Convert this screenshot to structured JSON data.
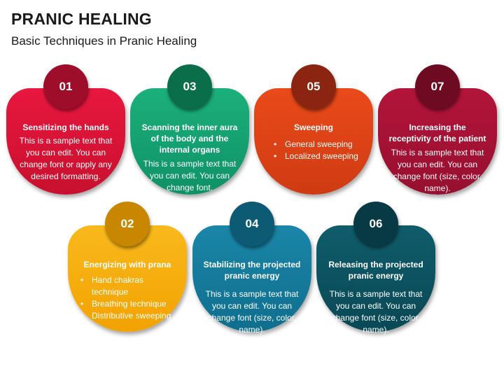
{
  "header": {
    "title": "PRANIC HEALING",
    "subtitle": "Basic Techniques in Pranic Healing"
  },
  "colors": {
    "card_01": "#d91236",
    "card_02": "#f5ab0b",
    "card_03": "#14a070",
    "card_04": "#147a9b",
    "card_05": "#dc4316",
    "card_06": "#0c5260",
    "card_07": "#a41234"
  },
  "cards": [
    {
      "number": "01",
      "heading": "Sensitizing the hands",
      "body": "This is a sample text that you can edit. You can change font or apply any desired formatting."
    },
    {
      "number": "02",
      "heading": "Energizing with prana",
      "bullets": [
        "Hand chakras technique",
        "Breathing technique",
        "Distributive sweeping"
      ]
    },
    {
      "number": "03",
      "heading": "Scanning the inner aura of the body and the internal organs",
      "body": "This is a sample text that you can edit. You can change font."
    },
    {
      "number": "04",
      "heading": "Stabilizing the projected pranic energy",
      "body": "This is a sample text that you can edit. You can change font (size, color, name)."
    },
    {
      "number": "05",
      "heading": "Sweeping",
      "bullets": [
        "General sweeping",
        "Localized sweeping"
      ]
    },
    {
      "number": "06",
      "heading": "Releasing the projected pranic energy",
      "body": "This is a sample text that you can edit. You can change font (size, color, name)."
    },
    {
      "number": "07",
      "heading": "Increasing the receptivity of the patient",
      "body": "This is a sample text that you can edit. You can change font (size, color, name)."
    }
  ]
}
